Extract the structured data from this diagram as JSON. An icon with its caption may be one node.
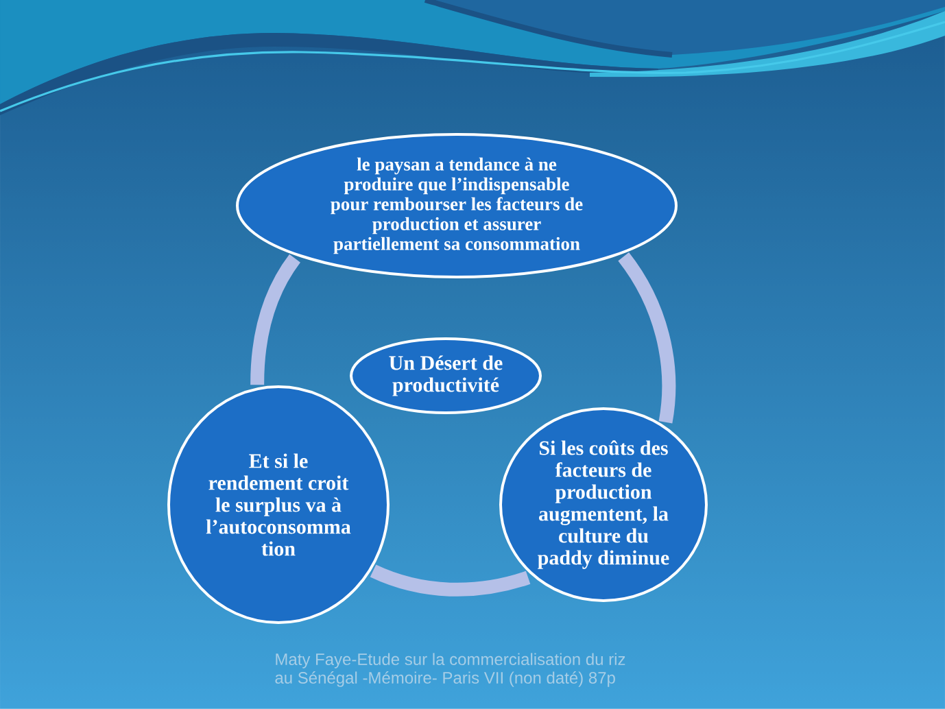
{
  "diagram": {
    "nodes": [
      {
        "text": [
          "le paysan a tendance à ne produire que l’indispensable pour rembourser les facteurs de production et assurer partiellement sa consommation"
        ]
      },
      {
        "text": [
          "Un Désert de productivité"
        ]
      },
      {
        "text": [
          "Et si le rendement croit le surplus va à l’autoconsomma tion"
        ]
      },
      {
        "text": [
          "Si les coûts des facteurs de production augmentent, la culture du paddy diminue"
        ]
      }
    ],
    "edges": [
      {
        "from": 0,
        "to": 3,
        "arrow": "none"
      },
      {
        "from": 3,
        "to": 2,
        "arrow": "none"
      },
      {
        "from": 2,
        "to": 0,
        "arrow": "none"
      }
    ],
    "labels": [
      "Maty Faye-Etude sur la commercialisation du riz au Sénégal -Mémoire- Paris VII (non daté) 87p"
    ]
  }
}
